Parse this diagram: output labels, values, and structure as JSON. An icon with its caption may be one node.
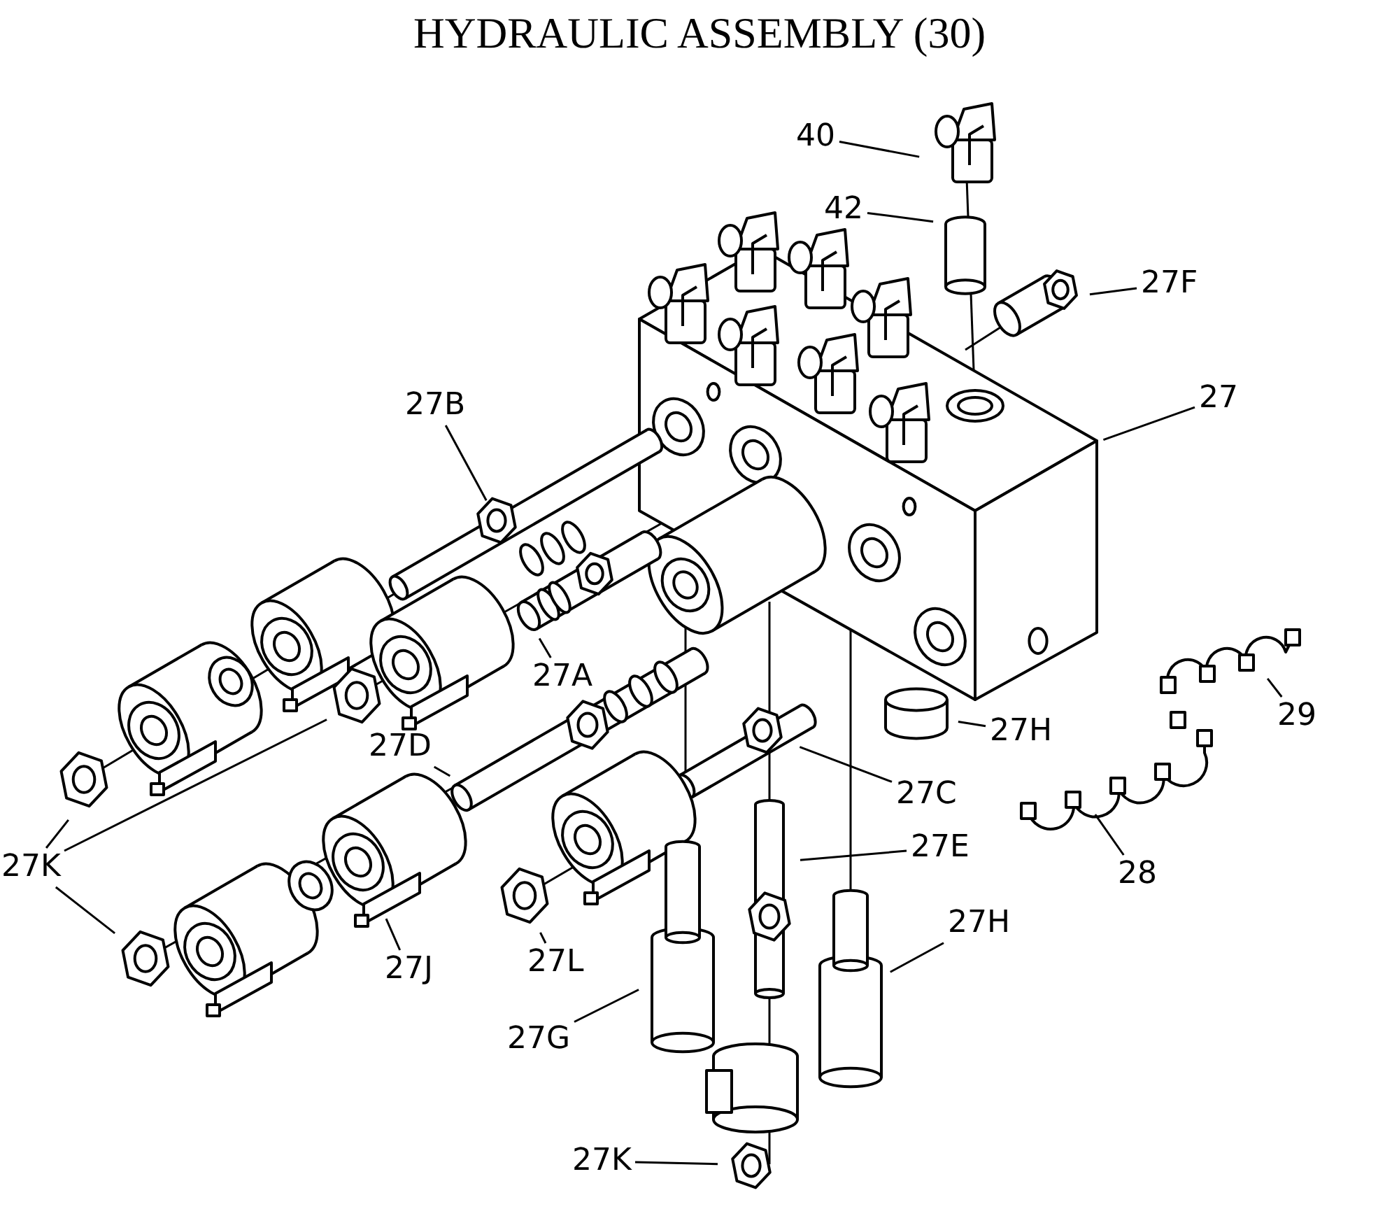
{
  "diagram": {
    "title": "HYDRAULIC ASSEMBLY (30)",
    "nodes": [
      {
        "text": [
          "40"
        ]
      },
      {
        "text": [
          "42"
        ]
      },
      {
        "text": [
          "27F"
        ]
      },
      {
        "text": [
          "27"
        ]
      },
      {
        "text": [
          "27B"
        ]
      },
      {
        "text": [
          "27A"
        ]
      },
      {
        "text": [
          "29"
        ]
      },
      {
        "text": [
          "27H"
        ]
      },
      {
        "text": [
          "27D"
        ]
      },
      {
        "text": [
          "27C"
        ]
      },
      {
        "text": [
          "27K"
        ]
      },
      {
        "text": [
          "27E"
        ]
      },
      {
        "text": [
          "28"
        ]
      },
      {
        "text": [
          "27L"
        ]
      },
      {
        "text": [
          "27J"
        ]
      },
      {
        "text": [
          "27H"
        ]
      },
      {
        "text": [
          "27G"
        ]
      },
      {
        "text": [
          "27K"
        ]
      }
    ],
    "edges": [
      {
        "from": 0,
        "to": null,
        "arrow": "none"
      },
      {
        "from": 1,
        "to": null,
        "arrow": "none"
      },
      {
        "from": 2,
        "to": null,
        "arrow": "none"
      },
      {
        "from": 3,
        "to": null,
        "arrow": "none"
      },
      {
        "from": 4,
        "to": null,
        "arrow": "none"
      },
      {
        "from": 5,
        "to": null,
        "arrow": "none"
      },
      {
        "from": 6,
        "to": null,
        "arrow": "none"
      },
      {
        "from": 7,
        "to": null,
        "arrow": "none"
      },
      {
        "from": 8,
        "to": null,
        "arrow": "none"
      },
      {
        "from": 9,
        "to": null,
        "arrow": "none"
      },
      {
        "from": 10,
        "to": null,
        "arrow": "none"
      },
      {
        "from": 10,
        "to": null,
        "arrow": "none"
      },
      {
        "from": 10,
        "to": null,
        "arrow": "none"
      },
      {
        "from": 11,
        "to": null,
        "arrow": "none"
      },
      {
        "from": 12,
        "to": null,
        "arrow": "none"
      },
      {
        "from": 13,
        "to": null,
        "arrow": "none"
      },
      {
        "from": 14,
        "to": null,
        "arrow": "none"
      },
      {
        "from": 15,
        "to": null,
        "arrow": "none"
      },
      {
        "from": 16,
        "to": null,
        "arrow": "none"
      },
      {
        "from": 17,
        "to": null,
        "arrow": "none"
      }
    ]
  }
}
